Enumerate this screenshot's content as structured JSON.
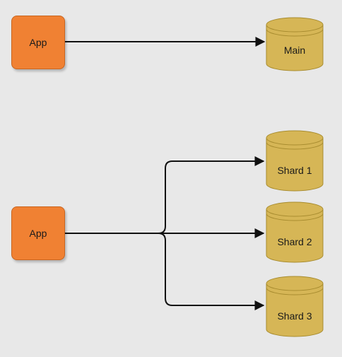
{
  "top": {
    "app_label": "App",
    "db_label": "Main"
  },
  "bottom": {
    "app_label": "App",
    "shards": [
      {
        "label": "Shard 1"
      },
      {
        "label": "Shard 2"
      },
      {
        "label": "Shard 3"
      }
    ]
  },
  "colors": {
    "background": "#e8e8e8",
    "app_fill": "#f08133",
    "db_fill": "#d6b656",
    "db_stroke": "#a88c2f",
    "arrow": "#111111"
  }
}
